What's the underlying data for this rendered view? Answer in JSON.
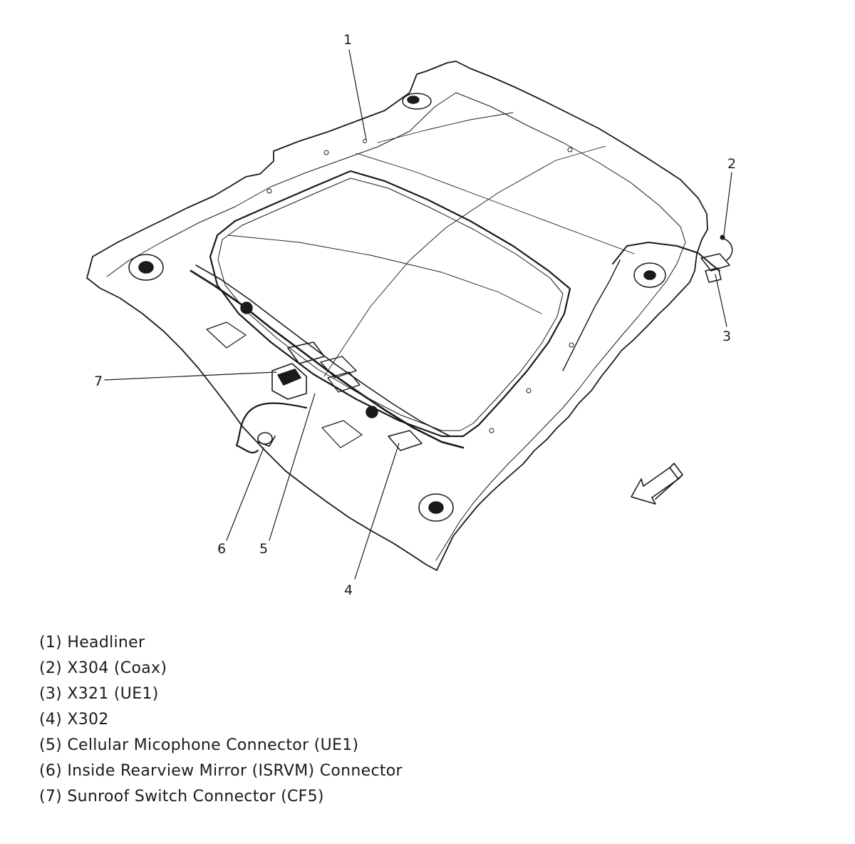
{
  "callouts": [
    {
      "id": "1",
      "label": "1"
    },
    {
      "id": "2",
      "label": "2"
    },
    {
      "id": "3",
      "label": "3"
    },
    {
      "id": "4",
      "label": "4"
    },
    {
      "id": "5",
      "label": "5"
    },
    {
      "id": "6",
      "label": "6"
    },
    {
      "id": "7",
      "label": "7"
    }
  ],
  "legend": [
    "(1) Headliner",
    "(2) X304 (Coax)",
    "(3) X321 (UE1)",
    "(4) X302",
    "(5) Cellular Micophone Connector (UE1)",
    "(6) Inside Rearview Mirror (ISRVM) Connector",
    "(7) Sunroof Switch Connector (CF5)"
  ],
  "icons": {
    "direction": "front-arrow-icon"
  }
}
